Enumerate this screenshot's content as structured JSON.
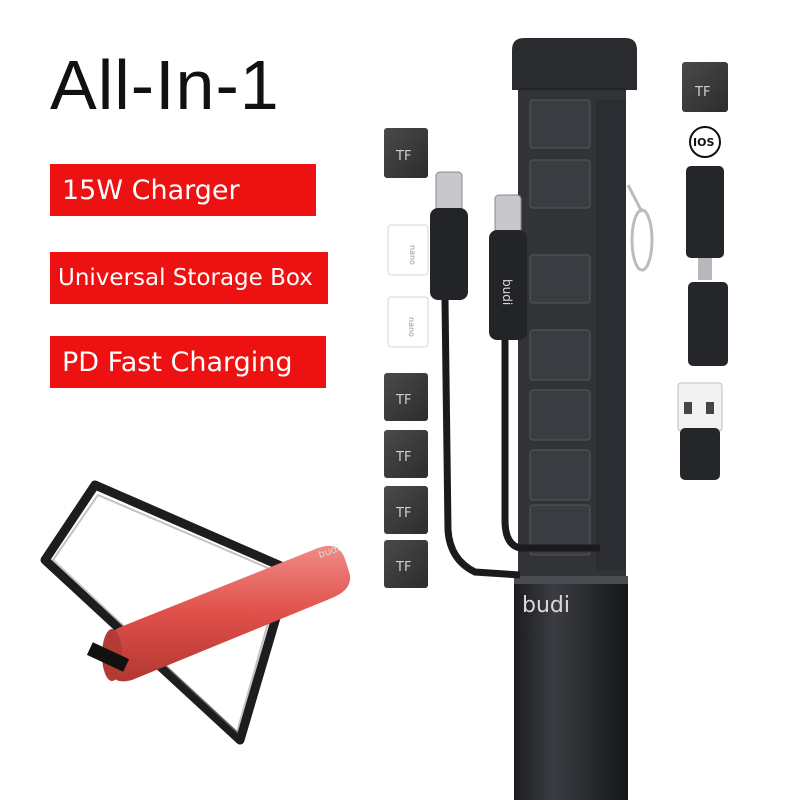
{
  "headline": "All-In-1",
  "features": [
    {
      "label": "15W Charger"
    },
    {
      "label": "Universal Storage Box"
    },
    {
      "label": "PD Fast Charging"
    }
  ],
  "brand": "budi",
  "card_labels": {
    "tf": "TF",
    "nano": "nano",
    "ios": "IOS"
  },
  "colors": {
    "badge": "#ee1111",
    "device_body": "#2e3035",
    "stand_accent": "#e25a55"
  }
}
